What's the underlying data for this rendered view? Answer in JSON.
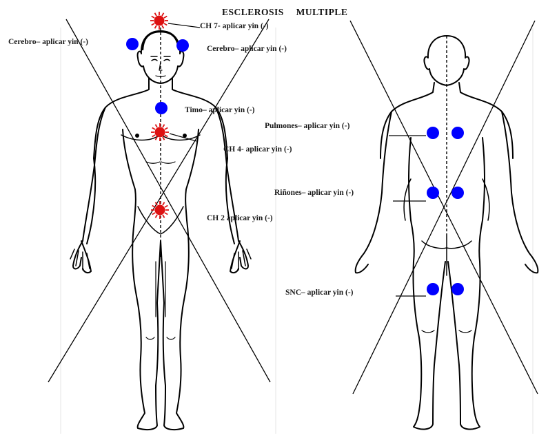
{
  "title": "ESCLEROSIS MULTIPLE",
  "colors": {
    "blue_point": "#0000ff",
    "red_point": "#dd1111",
    "outline": "#000000"
  },
  "front_labels": {
    "ch7": "CH 7- aplicar yin (-)",
    "cerebro_left": "Cerebro– aplicar yin (-)",
    "cerebro_right": "Cerebro– aplicar yin (-)",
    "timo": "Timo– aplicar yin (-)",
    "ch4": "CH 4- aplicar yin (-)",
    "ch2": "CH 2 aplicar yin (-)"
  },
  "back_labels": {
    "pulmones": "Pulmones– aplicar yin (-)",
    "rinones": "Riñones– aplicar yin (-)",
    "snc": "SNC– aplicar yin (-)"
  },
  "icons": {
    "blue": "blue-dot-icon",
    "red": "red-sun-icon"
  }
}
